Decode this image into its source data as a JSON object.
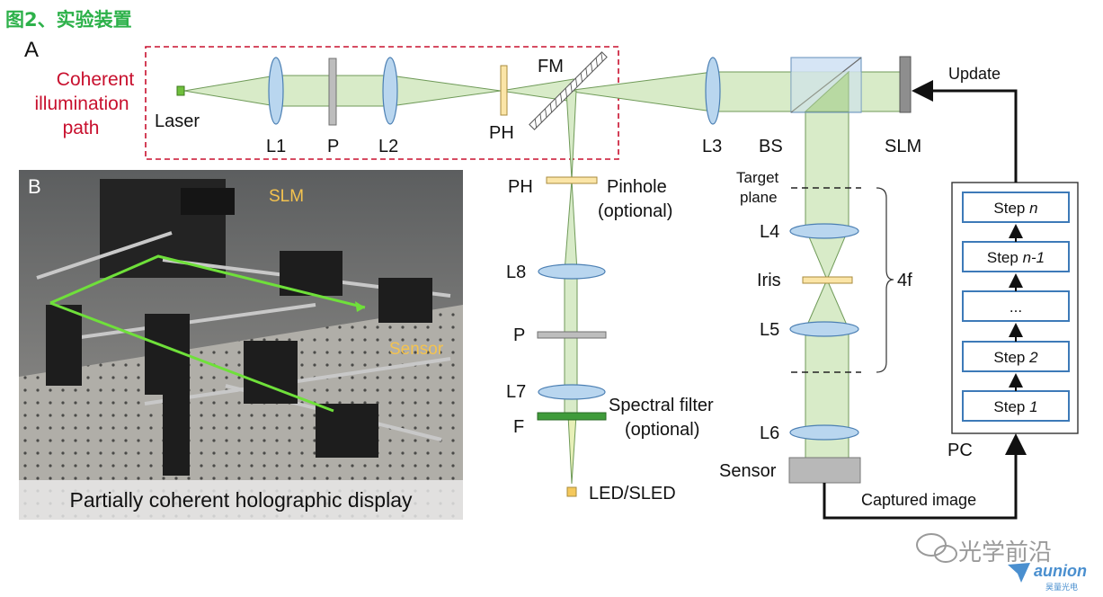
{
  "figure_title": "图2、实验装置",
  "panel_a": {
    "label": "A",
    "coherent_path_label": [
      "Coherent",
      "illumination",
      "path"
    ],
    "components": {
      "laser": "Laser",
      "l1": "L1",
      "p_top": "P",
      "l2": "L2",
      "ph_top": "PH",
      "fm": "FM",
      "l3": "L3",
      "bs": "BS",
      "slm": "SLM",
      "ph_mid": "PH",
      "pinhole": [
        "Pinhole",
        "(optional)"
      ],
      "l8": "L8",
      "p_mid": "P",
      "l7": "L7",
      "f": "F",
      "spectral_filter": [
        "Spectral filter",
        "(optional)"
      ],
      "led": "LED/SLED",
      "target_plane": [
        "Target",
        "plane"
      ],
      "l4": "L4",
      "iris": "Iris",
      "l5": "L5",
      "four_f": "4f",
      "l6": "L6",
      "sensor": "Sensor"
    },
    "update_label": "Update",
    "captured_label": "Captured image",
    "pc_label": "PC",
    "pc_steps": [
      {
        "prefix": "Step ",
        "suffix": "n"
      },
      {
        "prefix": "Step ",
        "suffix": "n-1"
      },
      {
        "prefix": "...",
        "suffix": ""
      },
      {
        "prefix": "Step ",
        "suffix": "2"
      },
      {
        "prefix": "Step ",
        "suffix": "1"
      }
    ]
  },
  "panel_b": {
    "label": "B",
    "slm_label": "SLM",
    "sensor_label": "Sensor",
    "caption": "Partially coherent holographic display"
  },
  "watermark": {
    "text": "光学前沿",
    "brand": "aunion",
    "brand_sub": "昊量光电"
  },
  "colors": {
    "title_green": "#2db14a",
    "path_red": "#c8102e",
    "beam_fill": "#d8ebc8",
    "beam_stroke": "#6f9a58",
    "lens_fill": "#b9d6ef",
    "lens_stroke": "#4b7fb3",
    "pinhole_fill": "#fbe5a7",
    "filter_fill": "#3f9b3a",
    "step_border": "#3d7ab8"
  }
}
